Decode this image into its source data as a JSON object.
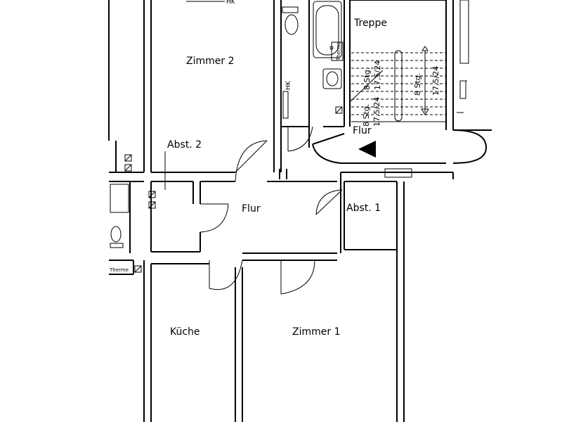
{
  "rooms": {
    "zimmer2": "Zimmer 2",
    "zimmer1": "Zimmer 1",
    "kueche": "Küche",
    "flur": "Flur",
    "flur_stair": "Flur",
    "treppe": "Treppe",
    "abst1": "Abst. 1",
    "abst2": "Abst. 2"
  },
  "fixtures": {
    "hk_top": "HK",
    "hk_side": "HK",
    "therme_bath": "Therme",
    "therme_left": "Therme"
  },
  "stairs": {
    "left_flight": [
      "8 Stg.",
      "17,5/24"
    ],
    "mid_flight": [
      "8 Stg.",
      "17,5/24"
    ],
    "right_flight": [
      "8 Stg.",
      "17,5/24"
    ]
  }
}
